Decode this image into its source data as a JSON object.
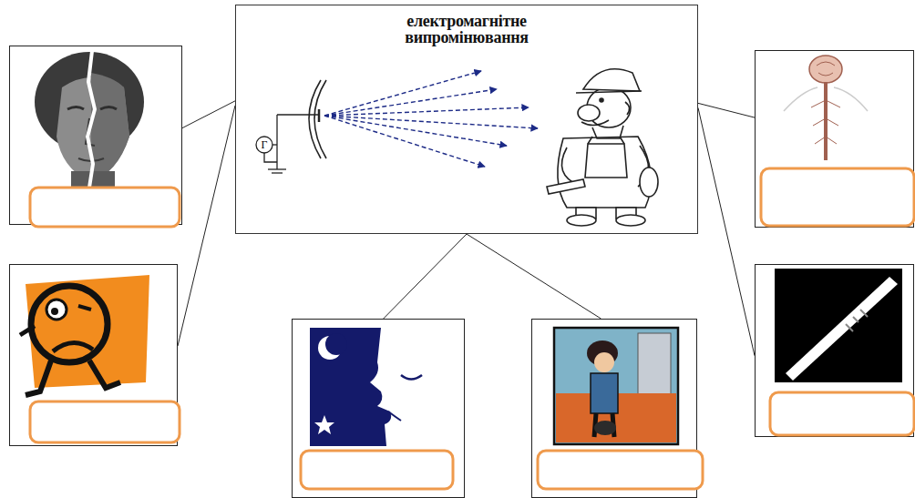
{
  "diagram": {
    "nodes": [
      {
        "text": [
          "електромагнітне випромінювання"
        ]
      },
      {
        "text": []
      },
      {
        "text": []
      },
      {
        "text": []
      },
      {
        "text": []
      },
      {
        "text": []
      },
      {
        "text": []
      }
    ],
    "edges": [
      {
        "from": 0,
        "to": 1,
        "arrow": "none"
      },
      {
        "from": 0,
        "to": 2,
        "arrow": "none"
      },
      {
        "from": 0,
        "to": 3,
        "arrow": "none"
      },
      {
        "from": 0,
        "to": 4,
        "arrow": "none"
      },
      {
        "from": 0,
        "to": 5,
        "arrow": "none"
      },
      {
        "from": 0,
        "to": 6,
        "arrow": "none"
      }
    ],
    "labels": [
      "Г"
    ]
  }
}
